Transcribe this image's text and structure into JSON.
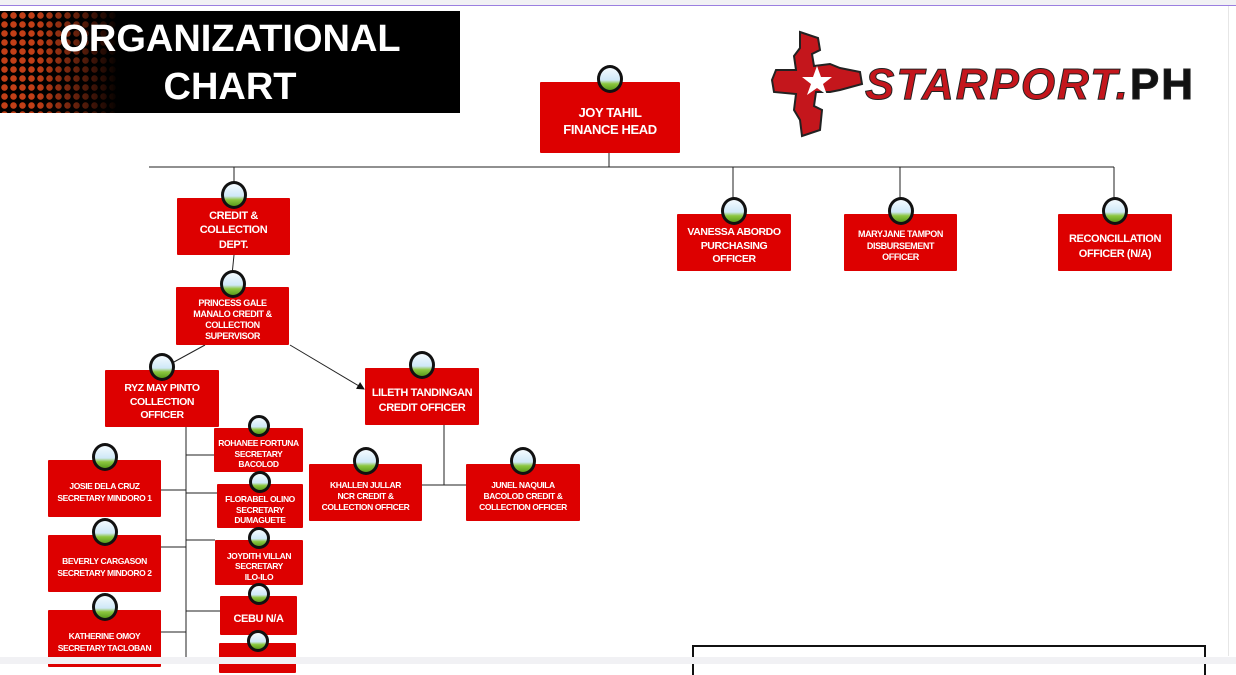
{
  "banner": {
    "line1": "ORGANIZATIONAL",
    "line2": "CHART"
  },
  "logo": {
    "text": "STARPORT.",
    "suffix": "PH"
  },
  "colors": {
    "node": "#dd0000",
    "banner": "#000000",
    "accent_dots": "#d8461a"
  },
  "nodes": {
    "joy": "JOY TAHIL\nFINANCE HEAD",
    "credit_dept": "CREDIT &\nCOLLECTION\nDEPT.",
    "vanessa": "VANESSA ABORDO\nPURCHASING\nOFFICER",
    "maryjane": "MARYJANE TAMPON\nDISBURSEMENT\nOFFICER",
    "reconciliation": "RECONCILLATION\nOFFICER (N/A)",
    "princess": "PRINCESS GALE\nMANALO CREDIT &\nCOLLECTION\nSUPERVISOR",
    "ryz": "RYZ MAY PINTO\nCOLLECTION\nOFFICER",
    "lileth": "LILETH TANDINGAN\nCREDIT OFFICER",
    "rohanee": "ROHANEE FORTUNA\nSECRETARY\nBACOLOD",
    "josie": "JOSIE DELA CRUZ\nSECRETARY MINDORO 1",
    "florabel": "FLORABEL OLINO\nSECRETARY\nDUMAGUETE",
    "beverly": "BEVERLY CARGASON\nSECRETARY MINDORO 2",
    "joydith": "JOYDITH VILLAN\nSECRETARY\nILO-ILO",
    "cebu": "CEBU N/A",
    "katherine": "KATHERINE OMOY\nSECRETARY TACLOBAN",
    "khallen": "KHALLEN JULLAR\nNCR CREDIT &\nCOLLECTION OFFICER",
    "junel": "JUNEL NAQUILA\nBACOLOD CREDIT &\nCOLLECTION OFFICER",
    "partial": ""
  }
}
